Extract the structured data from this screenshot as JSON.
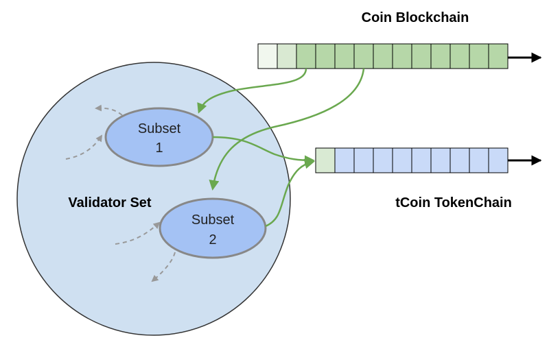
{
  "coin_chain": {
    "label": "Coin Blockchain",
    "block_count": 13,
    "faded_blocks": 2,
    "colors": {
      "fill": "#b6d7a8",
      "faded1": "#f1f7ee",
      "faded2": "#d9e9d2"
    }
  },
  "token_chain": {
    "label": "tCoin TokenChain",
    "block_count": 10,
    "colors": {
      "fill": "#c9daf8",
      "first": "#d9ead3"
    }
  },
  "validator_set": {
    "label": "Validator Set",
    "fill": "#cfe0f1"
  },
  "subsets": [
    {
      "line1": "Subset",
      "line2": "1",
      "fill": "#a4c2f4"
    },
    {
      "line1": "Subset",
      "line2": "2",
      "fill": "#a4c2f4"
    }
  ],
  "arrows": {
    "flow_color": "#6aa84f",
    "gossip_color": "#999999"
  }
}
